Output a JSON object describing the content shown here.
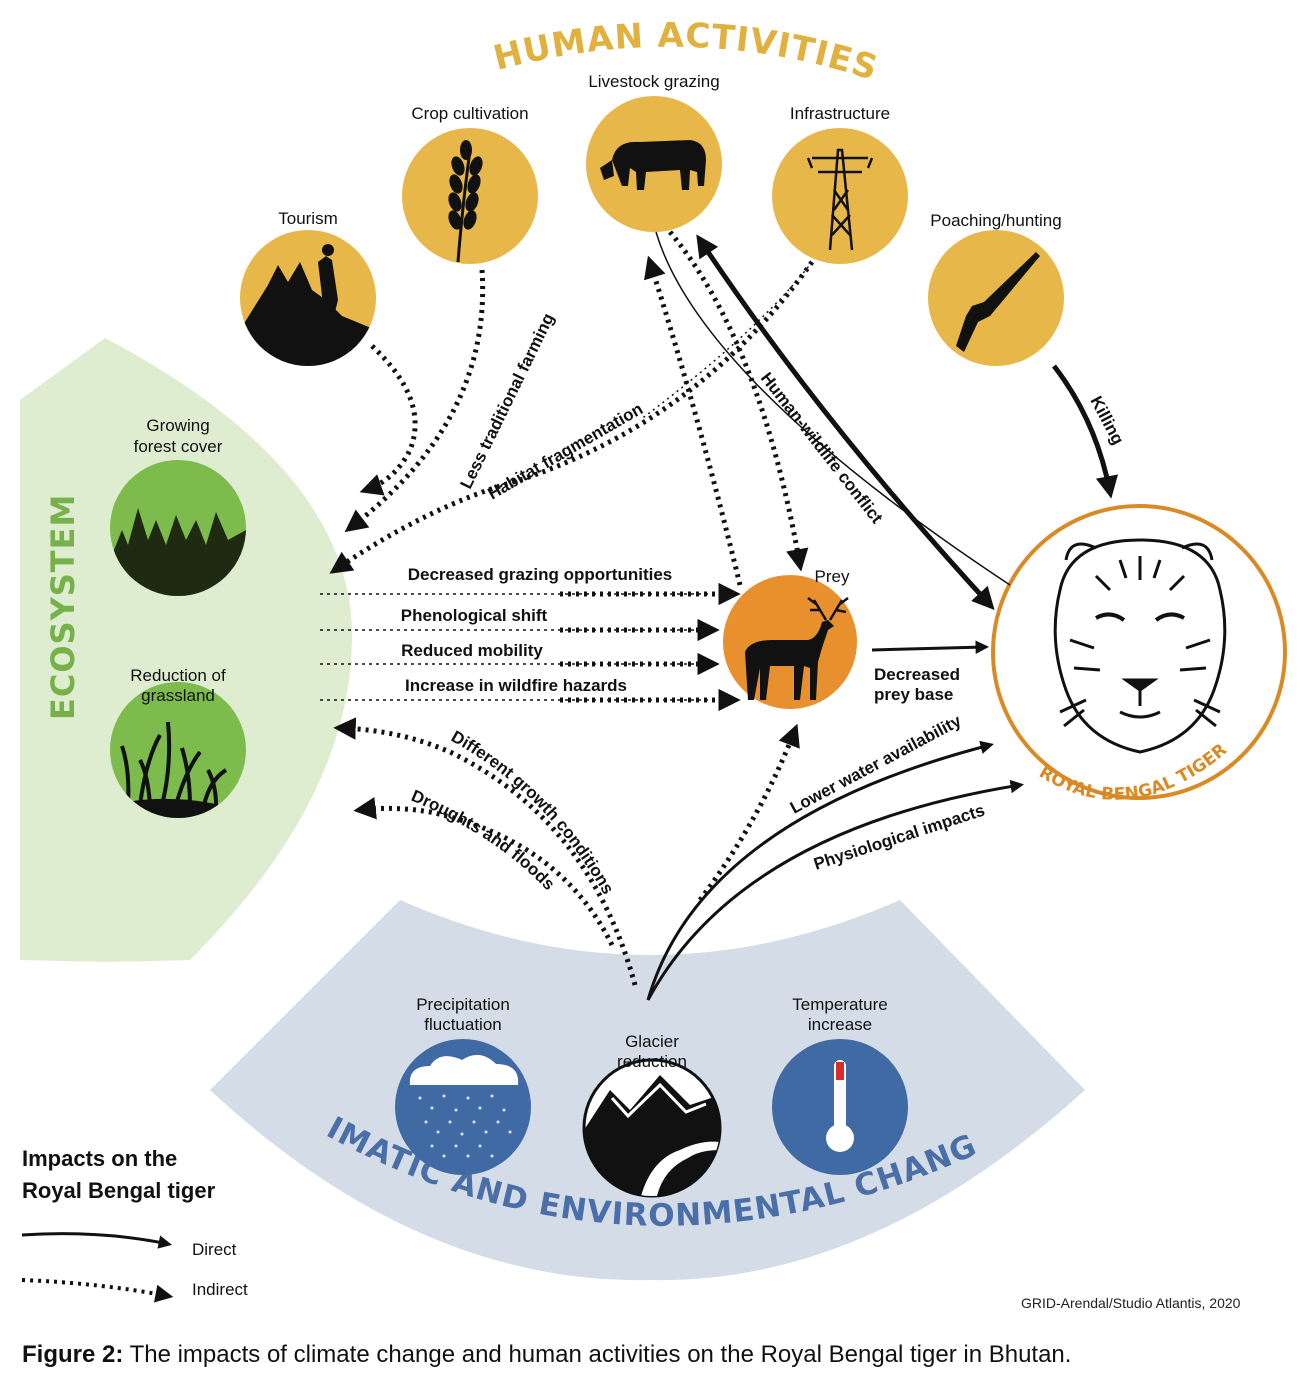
{
  "headings": {
    "human": "HUMAN ACTIVITIES",
    "ecosystem": "ECOSYSTEM",
    "climate": "CLIMATIC AND ENVIRONMENTAL CHANGES",
    "tiger": "ROYAL BENGAL TIGER"
  },
  "human_nodes": [
    {
      "label": "Tourism",
      "icon": "hiker-icon"
    },
    {
      "label": "Crop cultivation",
      "icon": "wheat-icon"
    },
    {
      "label": "Livestock grazing",
      "icon": "cow-icon"
    },
    {
      "label": "Infrastructure",
      "icon": "power-pylon-icon"
    },
    {
      "label": "Poaching/hunting",
      "icon": "rifle-icon"
    }
  ],
  "ecosystem_nodes": [
    {
      "label_lines": [
        "Growing",
        "forest cover"
      ],
      "icon": "forest-icon"
    },
    {
      "label_lines": [
        "Reduction of",
        "grassland"
      ],
      "icon": "grass-icon"
    }
  ],
  "climate_nodes": [
    {
      "label_lines": [
        "Precipitation",
        "fluctuation"
      ],
      "icon": "rain-cloud-icon"
    },
    {
      "label_lines": [
        "Glacier",
        "reduction"
      ],
      "icon": "glacier-icon"
    },
    {
      "label_lines": [
        "Temperature",
        "increase"
      ],
      "icon": "thermometer-icon"
    }
  ],
  "prey": {
    "label": "Prey",
    "icon": "deer-icon"
  },
  "tiger": {
    "icon": "tiger-face-icon"
  },
  "edges": {
    "less_traditional_farming": "Less traditional farming",
    "habitat_fragmentation": "Habitat fragmentation",
    "human_wildlife_conflict": "Human-wildlife conflict",
    "killing": "Killing",
    "decreased_grazing": "Decreased grazing opportunities",
    "phenological_shift": "Phenological shift",
    "reduced_mobility": "Reduced mobility",
    "wildfire": "Increase in wildfire hazards",
    "decreased_prey_base": [
      "Decreased",
      "prey base"
    ],
    "different_growth": "Different growth conditions",
    "droughts_floods": "Droughts and floods",
    "lower_water": "Lower water availability",
    "physiological": "Physiological impacts"
  },
  "legend": {
    "title_lines": [
      "Impacts on the",
      "Royal Bengal tiger"
    ],
    "direct": "Direct",
    "indirect": "Indirect"
  },
  "colors": {
    "human": "#e8b74a",
    "ecosystem_band": "#deecd0",
    "ecosystem_circle": "#7dbb4c",
    "climate_band": "#d4dce8",
    "climate_circle": "#3f6aa3",
    "prey": "#e8902e",
    "tiger_ring": "#d98a25"
  },
  "credit": "GRID-Arendal/Studio Atlantis, 2020",
  "caption": {
    "prefix": "Figure 2:",
    "text": " The impacts of climate change and human activities on the Royal Bengal tiger in Bhutan."
  }
}
